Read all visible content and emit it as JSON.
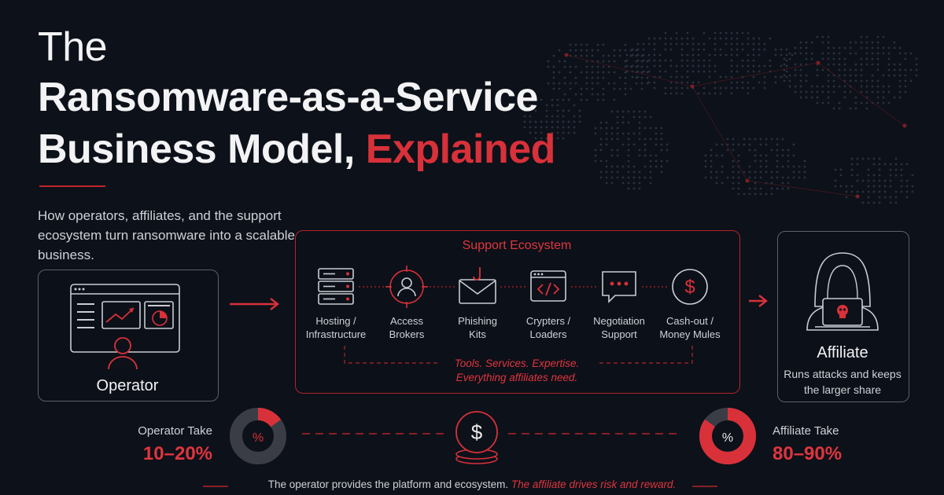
{
  "title": {
    "line1": "The",
    "line2": "Ransomware-as-a-Service",
    "line3_plain": "Business Model, ",
    "line3_accent": "Explained"
  },
  "subtitle": "How operators, affiliates, and the support ecosystem turn ransomware into a scalable business.",
  "operator": {
    "label": "Operator"
  },
  "affiliate": {
    "label": "Affiliate",
    "description": "Runs attacks and keeps the larger share"
  },
  "support": {
    "title": "Support Ecosystem",
    "services": [
      {
        "line1": "Hosting /",
        "line2": "Infrastructure",
        "icon": "server-stack-icon"
      },
      {
        "line1": "Access",
        "line2": "Brokers",
        "icon": "user-target-icon"
      },
      {
        "line1": "Phishing",
        "line2": "Kits",
        "icon": "hooked-envelope-icon"
      },
      {
        "line1": "Crypters /",
        "line2": "Loaders",
        "icon": "code-window-icon"
      },
      {
        "line1": "Negotiation",
        "line2": "Support",
        "icon": "chat-bubble-icon"
      },
      {
        "line1": "Cash-out /",
        "line2": "Money Mules",
        "icon": "dollar-coin-icon"
      }
    ],
    "tagline1": "Tools. Services. Expertise.",
    "tagline2": "Everything affiliates need."
  },
  "split": {
    "operator_label": "Operator Take",
    "operator_value": "10–20%",
    "operator_share_pct": 15,
    "affiliate_label": "Affiliate Take",
    "affiliate_value": "80–90%",
    "affiliate_share_pct": 85,
    "percent_symbol": "%",
    "currency_symbol": "$"
  },
  "footer": {
    "plain": "The operator provides the platform and ecosystem. ",
    "accent": "The affiliate drives risk and reward."
  },
  "colors": {
    "accent": "#d8313a",
    "background": "#0d1119",
    "muted": "#5c6068"
  }
}
